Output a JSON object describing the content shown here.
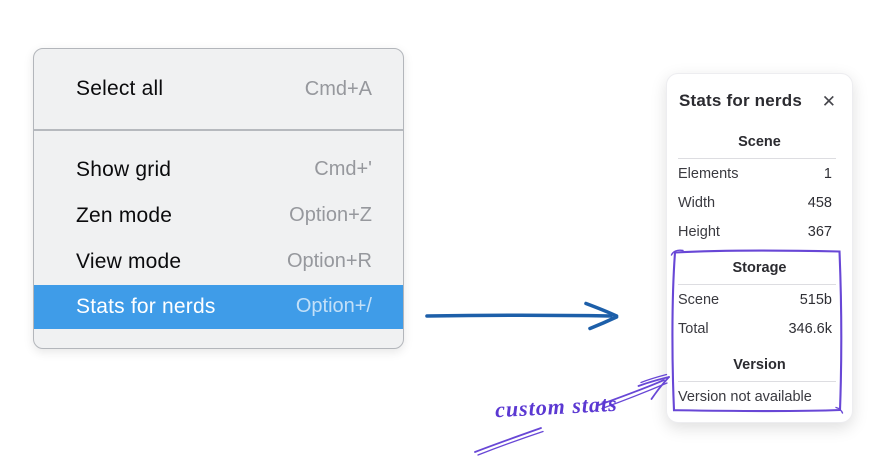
{
  "menu": {
    "items": [
      {
        "label": "Select all",
        "shortcut": "Cmd+A",
        "selected": false
      },
      {
        "label": "Show grid",
        "shortcut": "Cmd+'",
        "selected": false
      },
      {
        "label": "Zen mode",
        "shortcut": "Option+Z",
        "selected": false
      },
      {
        "label": "View mode",
        "shortcut": "Option+R",
        "selected": false
      },
      {
        "label": "Stats for nerds",
        "shortcut": "Option+/",
        "selected": true
      }
    ]
  },
  "stats_panel": {
    "title": "Stats for nerds",
    "close_icon": "✕",
    "sections": [
      {
        "heading": "Scene",
        "rows": [
          {
            "label": "Elements",
            "value": "1"
          },
          {
            "label": "Width",
            "value": "458"
          },
          {
            "label": "Height",
            "value": "367"
          }
        ]
      },
      {
        "heading": "Storage",
        "rows": [
          {
            "label": "Scene",
            "value": "515b"
          },
          {
            "label": "Total",
            "value": "346.6k"
          }
        ]
      },
      {
        "heading": "Version",
        "rows": [],
        "note": "Version not available"
      }
    ]
  },
  "annotation": {
    "label": "custom stats"
  },
  "colors": {
    "menu_highlight": "#3f9ce8",
    "flow_arrow_blue": "#1d5fa9",
    "annotation_purple": "#6847d6"
  }
}
